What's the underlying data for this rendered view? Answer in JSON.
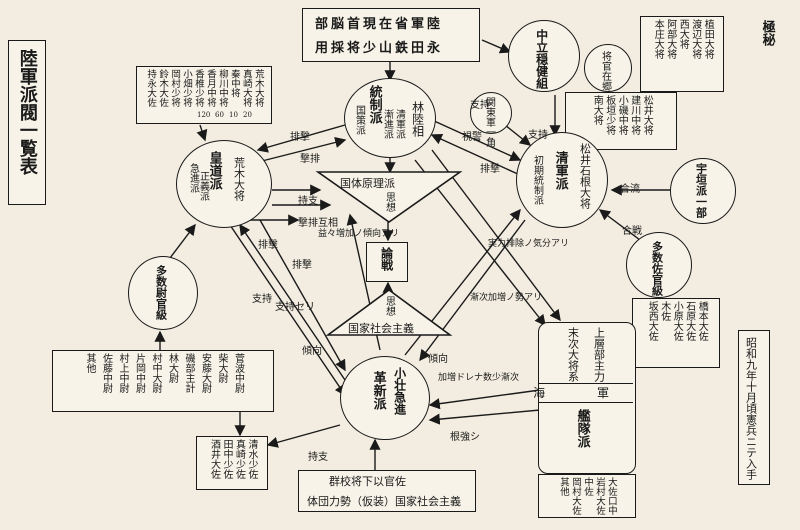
{
  "title": "陸軍派閥一覧表",
  "stamp": "極秘",
  "source_note": "昭和九年十月頃憲兵ニテ入手",
  "top_box": {
    "line1": "陸軍省在現首脳部",
    "line2": "永田鉄山少将採用"
  },
  "tosei": {
    "name": "統制派",
    "members": [
      "国策派",
      "漸進派",
      "清軍派"
    ],
    "leader": "林陸相"
  },
  "kodo": {
    "name": "皇道派",
    "sub": [
      "急進派",
      "正義派"
    ],
    "leader": "荒木大将"
  },
  "seigun": {
    "name": "清軍派",
    "sub": [
      "初期統制派"
    ],
    "leader": "松井石根大将"
  },
  "chuuritsu": {
    "name": "中立穏健組"
  },
  "kakushin": {
    "name": "革新派",
    "sub": "小壮急進"
  },
  "ugaki": {
    "name": "宇垣派一部"
  },
  "sakan_left": {
    "name": "多数尉官級"
  },
  "sakan_right": {
    "name": "多数佐官級"
  },
  "kantogun": {
    "name": "関東軍一角"
  },
  "kaigun": {
    "upper": "末次大将系",
    "upper2": "上層部主力",
    "bar": "軍 海",
    "lower": "艦隊派"
  },
  "center_upper": "派理原体国",
  "center_upper_sub": "思想",
  "center_lower": "義主会社家国",
  "center_lower_sub": "思想",
  "ronsen": "論戦",
  "bottom_box": {
    "line1": "佐官以下将校群",
    "line2": "義主会社家国（装仮）勢力団体"
  },
  "generals_top_right": [
    "植田大将",
    "渡辺大将",
    "西大将",
    "阿部大将",
    "本庄大将"
  ],
  "shokan_group": {
    "label": "将官在郷",
    "members": [
      "松井大将",
      "建川中将",
      "小磯中将",
      "板垣少将",
      "南大将"
    ]
  },
  "kodo_members": [
    "荒木大将",
    "真崎大将",
    "秦中将",
    "柳川中将",
    "香月中将",
    "香椎少将",
    "小畑少将",
    "岡村少将",
    "鈴木大佐",
    "持永大佐"
  ],
  "kodo_members_sub": [
    "120",
    "60",
    "10",
    "20"
  ],
  "left_bottom_members": [
    "菅波中尉",
    "柴大尉",
    "安藤大尉",
    "磯部主計",
    "林大尉",
    "村中大尉",
    "片岡中尉",
    "村上中尉",
    "佐藤中尉",
    "其他"
  ],
  "kakushin_members": [
    "清水少佐",
    "真崎少佐",
    "田中少佐",
    "酒井大佐"
  ],
  "right_mid_members": [
    "橋本大佐",
    "石原大佐",
    "小原大佐",
    "木佐",
    "坂西大佐"
  ],
  "right_bottom_members": [
    "大佐口中",
    "岩村大佐",
    "中佐",
    "岡村大佐",
    "其他"
  ],
  "edge_labels": {
    "e1": "排撃",
    "e2": "撃排",
    "e3": "持支",
    "e4": "撃排互相",
    "e5": "合流",
    "e6": "合戦",
    "e7": "支持",
    "e8": "視警",
    "e9": "排撃",
    "e10": "支持",
    "e11": "排撃",
    "e12": "支持",
    "e13": "排撃",
    "e14": "傾向",
    "e15": "傾向",
    "e16": "持支",
    "e17": "根強シ",
    "e18": "支持セリ",
    "e19": "益々増加ノ傾向アリ",
    "e20": "加増ドレナ数少漸次",
    "e21": "漸次加増ノ勢アリ",
    "e22": "実力排除ノ気分アリ"
  }
}
